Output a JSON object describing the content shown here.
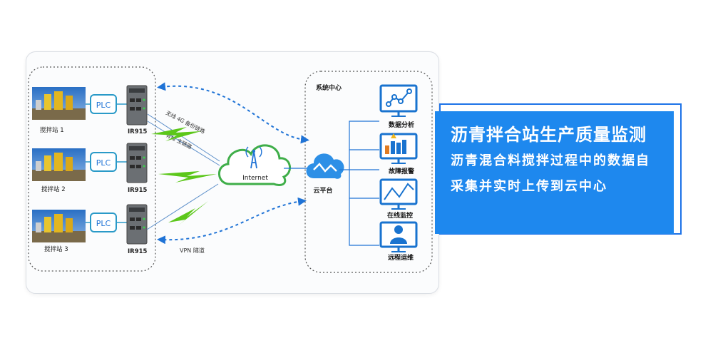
{
  "diagram": {
    "stations": [
      {
        "label": "搅拌站 1",
        "plc": "PLC",
        "router": "IR915"
      },
      {
        "label": "搅拌站 2",
        "plc": "PLC",
        "router": "IR915"
      },
      {
        "label": "搅拌站 3",
        "plc": "PLC",
        "router": "IR915"
      }
    ],
    "links": {
      "wireless_backup": "无线 4G 备份链路",
      "wired_main": "有线 主链路",
      "vpn": "VPN 隧道"
    },
    "internet_label": "Internet",
    "cloud_platform_label": "云平台",
    "system_center_label": "系统中心",
    "services": [
      {
        "label": "数据分析",
        "icon": "line-chart-monitor-icon"
      },
      {
        "label": "故障报警",
        "icon": "alarm-monitor-icon"
      },
      {
        "label": "在线监控",
        "icon": "trend-monitor-icon"
      },
      {
        "label": "远程运维",
        "icon": "operator-monitor-icon"
      }
    ],
    "colors": {
      "accent": "#1e88ee",
      "link_blue": "#1f73d6",
      "wireless_green": "#5cc71a",
      "cloud_green": "#3fae49",
      "monitor_blue": "#1973cf"
    }
  },
  "callout": {
    "title": "沥青拌合站生产质量监测",
    "description": "沥青混合料搅拌过程中的数据自采集并实时上传到云中心"
  }
}
